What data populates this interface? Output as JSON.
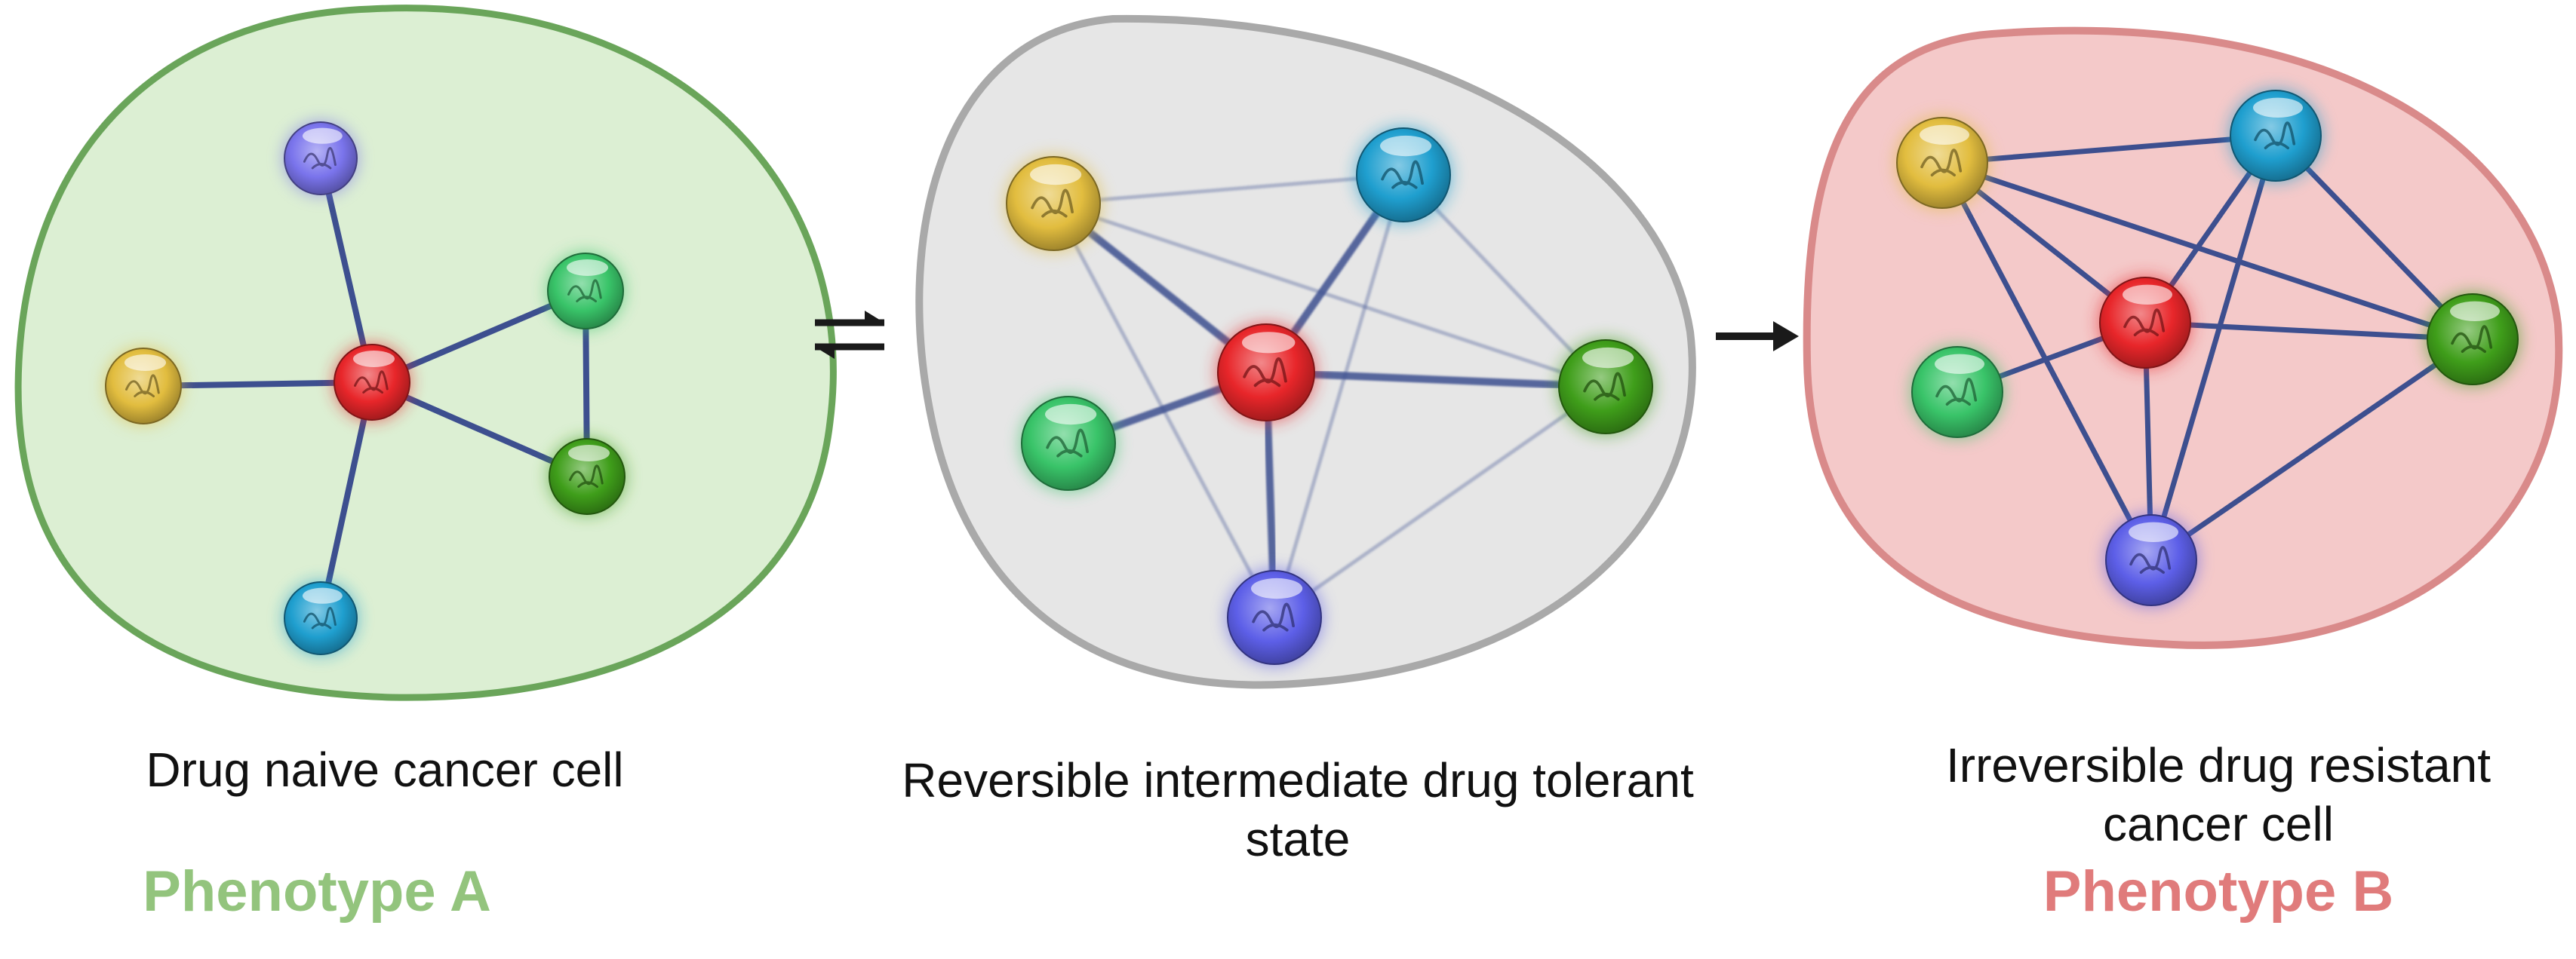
{
  "colors": {
    "edge": "#3d4f8f",
    "arrow": "#1a1a1a",
    "node_red": "#e8262a",
    "node_yellow": "#e2bd3f",
    "node_cyan": "#1f9fcf",
    "node_green_light": "#39c469",
    "node_green_dark": "#3f9e1a",
    "node_purple": "#6f6ff0",
    "node_blue_violet": "#5d5fe8"
  },
  "cells": [
    {
      "name": "drug-naive-cell",
      "fill": "#dcefd3",
      "stroke": "#6aa55a",
      "caption_lines": [
        "Drug naive cancer cell"
      ],
      "phenotype_label": "Phenotype A",
      "phenotype_color": "#93c47d",
      "nodes": [
        {
          "id": "purple",
          "color": "#7a74ec",
          "icon": "protein-purple-icon"
        },
        {
          "id": "yellow",
          "color": "#e2bd3f",
          "icon": "protein-yellow-icon"
        },
        {
          "id": "red",
          "color": "#e8262a",
          "icon": "protein-red-hub-icon"
        },
        {
          "id": "green-light",
          "color": "#39c469",
          "icon": "protein-green-light-icon"
        },
        {
          "id": "green-dark",
          "color": "#3f9e1a",
          "icon": "protein-green-dark-icon"
        },
        {
          "id": "cyan",
          "color": "#1f9fcf",
          "icon": "protein-cyan-icon"
        }
      ],
      "edges": [
        [
          "red",
          "purple"
        ],
        [
          "red",
          "yellow"
        ],
        [
          "red",
          "green-light"
        ],
        [
          "red",
          "green-dark"
        ],
        [
          "red",
          "cyan"
        ],
        [
          "green-light",
          "green-dark"
        ]
      ]
    },
    {
      "name": "drug-tolerant-cell",
      "fill": "#e6e6e6",
      "stroke": "#a9a9a9",
      "caption_lines": [
        "Reversible intermediate drug tolerant",
        "state"
      ],
      "phenotype_label": "",
      "phenotype_color": "",
      "nodes": [
        {
          "id": "yellow",
          "color": "#e2bd3f",
          "icon": "protein-yellow-icon"
        },
        {
          "id": "cyan",
          "color": "#1f9fcf",
          "icon": "protein-cyan-icon"
        },
        {
          "id": "red",
          "color": "#e8262a",
          "icon": "protein-red-hub-icon"
        },
        {
          "id": "green-light",
          "color": "#39c469",
          "icon": "protein-green-light-icon"
        },
        {
          "id": "green-dark",
          "color": "#3f9e1a",
          "icon": "protein-green-dark-icon"
        },
        {
          "id": "blue-violet",
          "color": "#5d5fe8",
          "icon": "protein-blue-violet-icon"
        }
      ],
      "edges": [
        [
          "red",
          "yellow"
        ],
        [
          "red",
          "cyan"
        ],
        [
          "red",
          "green-light"
        ],
        [
          "red",
          "green-dark"
        ],
        [
          "red",
          "blue-violet"
        ],
        [
          "yellow",
          "cyan"
        ],
        [
          "yellow",
          "green-dark"
        ],
        [
          "yellow",
          "blue-violet"
        ],
        [
          "cyan",
          "green-dark"
        ],
        [
          "cyan",
          "blue-violet"
        ],
        [
          "green-dark",
          "blue-violet"
        ]
      ]
    },
    {
      "name": "drug-resistant-cell",
      "fill": "#f4c9c9",
      "stroke": "#d98a8a",
      "caption_lines": [
        "Irreversible drug resistant",
        "cancer cell"
      ],
      "phenotype_label": "Phenotype B",
      "phenotype_color": "#e07b7b",
      "nodes": [
        {
          "id": "yellow",
          "color": "#e2bd3f",
          "icon": "protein-yellow-icon"
        },
        {
          "id": "cyan",
          "color": "#1f9fcf",
          "icon": "protein-cyan-icon"
        },
        {
          "id": "red",
          "color": "#e8262a",
          "icon": "protein-red-hub-icon"
        },
        {
          "id": "green-light",
          "color": "#39c469",
          "icon": "protein-green-light-icon"
        },
        {
          "id": "green-dark",
          "color": "#3f9e1a",
          "icon": "protein-green-dark-icon"
        },
        {
          "id": "blue-violet",
          "color": "#5d5fe8",
          "icon": "protein-blue-violet-icon"
        }
      ],
      "edges": [
        [
          "red",
          "yellow"
        ],
        [
          "red",
          "cyan"
        ],
        [
          "red",
          "green-light"
        ],
        [
          "red",
          "green-dark"
        ],
        [
          "red",
          "blue-violet"
        ],
        [
          "yellow",
          "cyan"
        ],
        [
          "yellow",
          "green-dark"
        ],
        [
          "yellow",
          "blue-violet"
        ],
        [
          "cyan",
          "green-dark"
        ],
        [
          "cyan",
          "blue-violet"
        ],
        [
          "green-dark",
          "blue-violet"
        ]
      ]
    }
  ],
  "transitions": [
    {
      "name": "reversible-arrow",
      "icon": "reversible-arrows-icon"
    },
    {
      "name": "irreversible-arrow",
      "icon": "forward-arrow-icon"
    }
  ]
}
